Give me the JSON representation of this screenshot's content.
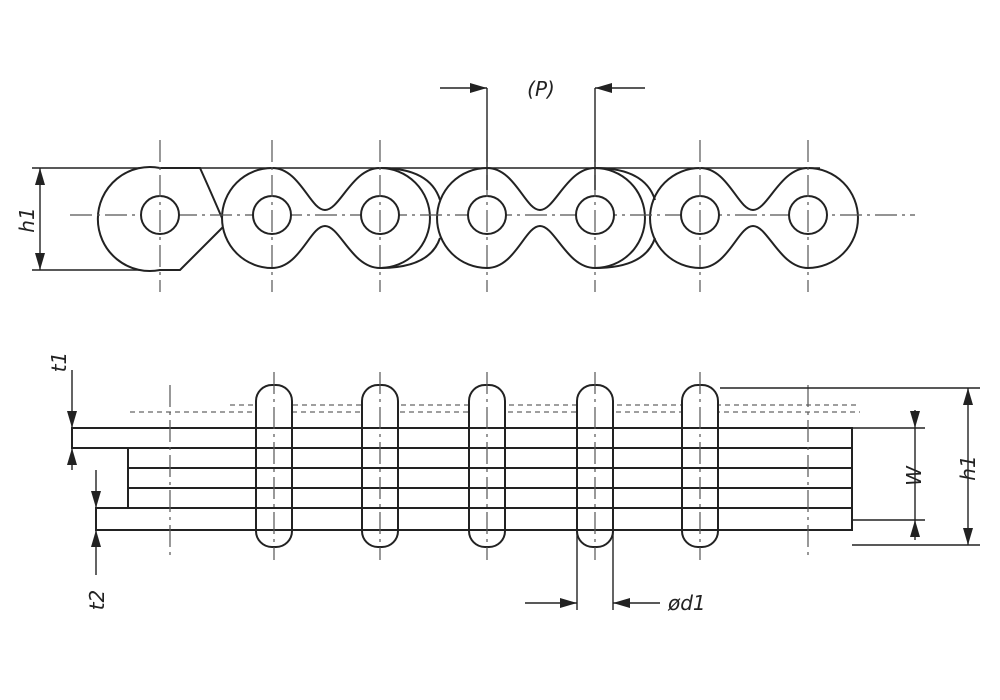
{
  "labels": {
    "pitch": "(P)",
    "height_top": "h1",
    "thickness_outer": "t1",
    "thickness_inner": "t2",
    "width": "W",
    "height_side": "h1",
    "pin_diameter": "ød1"
  }
}
